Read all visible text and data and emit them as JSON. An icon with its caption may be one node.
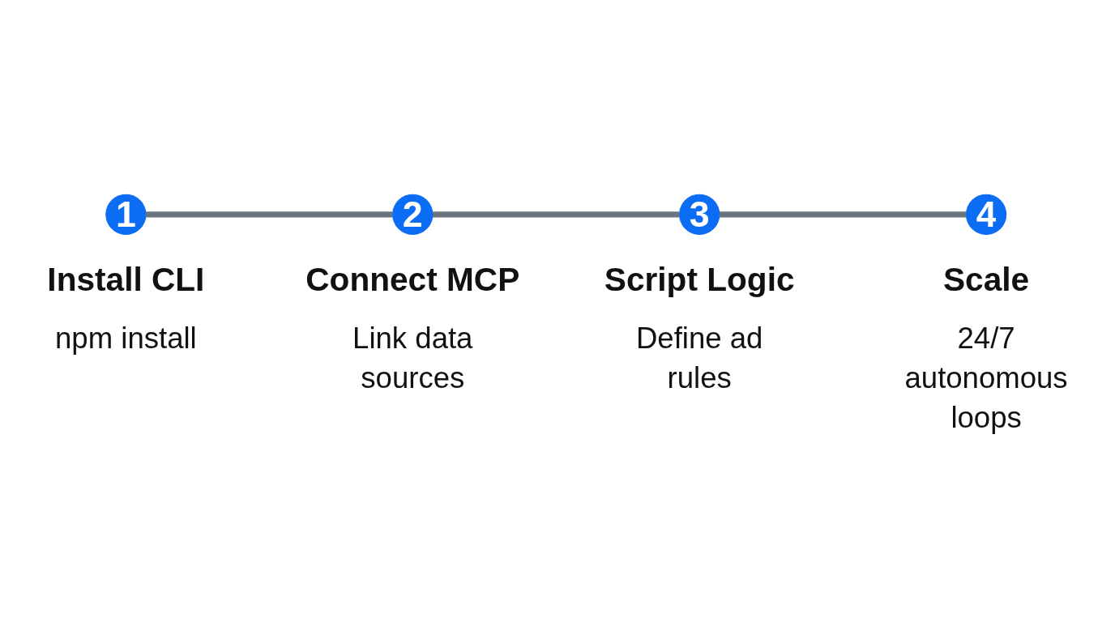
{
  "diagram": {
    "nodes": [
      {
        "text": [
          "1"
        ],
        "beside": [
          "Install CLI",
          "npm install"
        ]
      },
      {
        "text": [
          "2"
        ],
        "beside": [
          "Connect MCP",
          "Link data sources"
        ]
      },
      {
        "text": [
          "3"
        ],
        "beside": [
          "Script Logic",
          "Define ad rules"
        ]
      },
      {
        "text": [
          "4"
        ],
        "beside": [
          "Scale",
          "24/7 autonomous loops"
        ]
      }
    ],
    "edges": [
      {
        "from": 0,
        "to": 1,
        "arrow": "none"
      },
      {
        "from": 1,
        "to": 2,
        "arrow": "none"
      },
      {
        "from": 2,
        "to": 3,
        "arrow": "none"
      }
    ]
  }
}
